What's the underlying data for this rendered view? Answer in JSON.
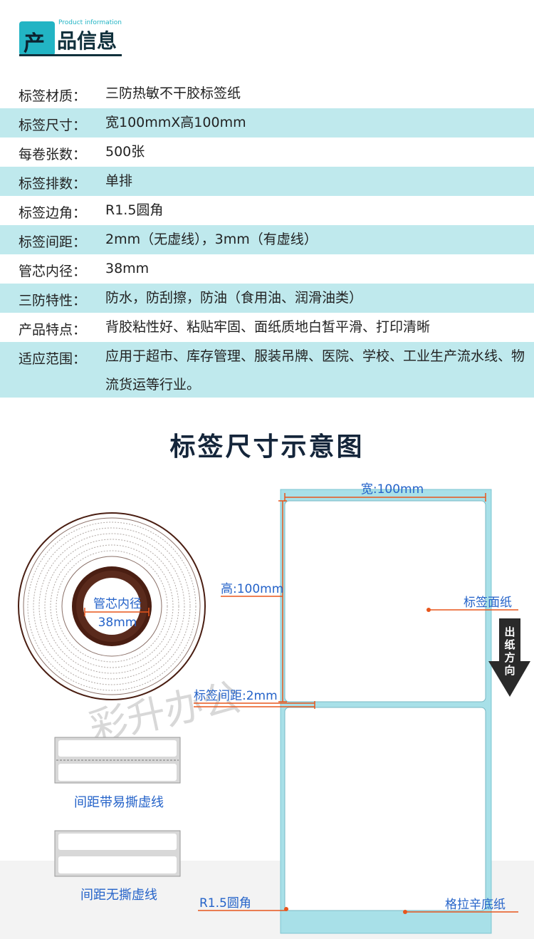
{
  "header": {
    "logo_char": "产",
    "title_rest": "品信息",
    "subtitle": "Product information"
  },
  "specs": [
    {
      "key": "标签材质：",
      "value": "三防热敏不干胶标签纸"
    },
    {
      "key": "标签尺寸：",
      "value": "宽100mmX高100mm"
    },
    {
      "key": "每卷张数：",
      "value": "500张"
    },
    {
      "key": "标签排数：",
      "value": "单排"
    },
    {
      "key": "标签边角：",
      "value": "R1.5圆角"
    },
    {
      "key": "标签间距：",
      "value": "2mm（无虚线），3mm（有虚线）"
    },
    {
      "key": "管芯内径：",
      "value": "38mm"
    },
    {
      "key": "三防特性：",
      "value": "防水，防刮擦，防油（食用油、润滑油类）"
    },
    {
      "key": "产品特点：",
      "value": "背胶粘性好、粘贴牢固、面纸质地白皙平滑、打印清晰"
    },
    {
      "key": "适应范围：",
      "value": "应用于超市、库存管理、服装吊牌、医院、学校、工业生产流水线、物流货运等行业。"
    }
  ],
  "diagram": {
    "title": "标签尺寸示意图",
    "width_label": "宽:100mm",
    "height_label": "高:100mm",
    "face_label": "标签面纸",
    "direction_label": [
      "出",
      "纸",
      "方",
      "向"
    ],
    "gap_label": "标签间距:2mm",
    "core_label": "管芯内径",
    "core_value": "38mm",
    "corner_label": "R1.5圆角",
    "liner_label": "格拉辛底纸",
    "perforated_caption": "间距带易撕虚线",
    "plain_caption": "间距无撕虚线",
    "watermark": "彩升办公",
    "colors": {
      "accent": "#e8561c",
      "liner": "#a8e0e8",
      "label_text": "#2563c9",
      "roll": "#4a1e12"
    }
  }
}
